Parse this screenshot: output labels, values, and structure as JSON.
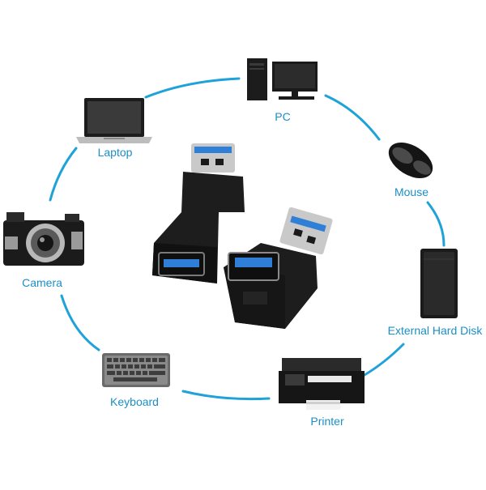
{
  "theme": {
    "accent": "#1fa2d8",
    "label_color": "#1b8fc6",
    "device_dark": "#1a1a1a",
    "usb_blue": "#2f7fd6"
  },
  "devices": [
    {
      "id": "pc",
      "label": "PC",
      "icon": "desktop-pc-icon"
    },
    {
      "id": "mouse",
      "label": "Mouse",
      "icon": "mouse-icon"
    },
    {
      "id": "hdd",
      "label": "External Hard Disk",
      "icon": "external-hard-disk-icon"
    },
    {
      "id": "printer",
      "label": "Printer",
      "icon": "printer-icon"
    },
    {
      "id": "keyboard",
      "label": "Keyboard",
      "icon": "keyboard-icon"
    },
    {
      "id": "camera",
      "label": "Camera",
      "icon": "camera-icon"
    },
    {
      "id": "laptop",
      "label": "Laptop",
      "icon": "laptop-icon"
    }
  ],
  "center": {
    "icon": "usb-angle-adapters-icon"
  }
}
